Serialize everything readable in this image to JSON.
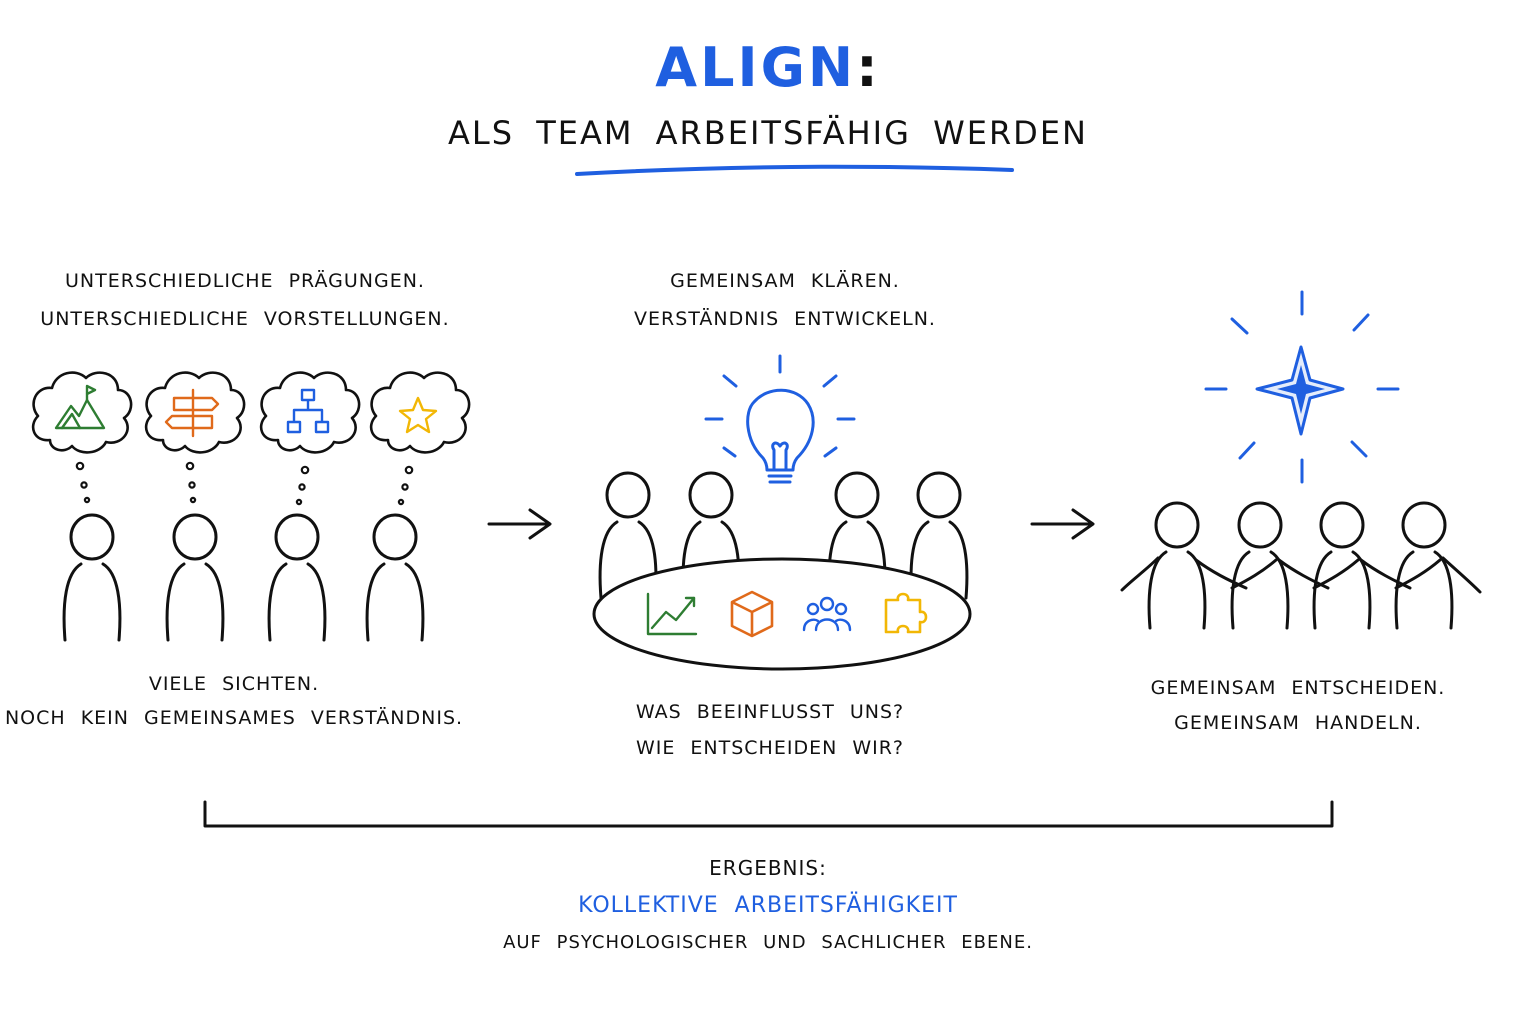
{
  "header": {
    "title_main": "ALIGN",
    "title_colon": ":",
    "subtitle": "ALS TEAM ARBEITSFÄHIG WERDEN"
  },
  "columns": [
    {
      "top_lines": [
        "UNTERSCHIEDLICHE PRÄGUNGEN.",
        "UNTERSCHIEDLICHE VORSTELLUNGEN."
      ],
      "bottom_lines": [
        "VIELE SICHTEN.",
        "NOCH KEIN GEMEINSAMES VERSTÄNDNIS."
      ],
      "thought_icons": [
        "mountain-flag-icon",
        "signpost-icon",
        "hierarchy-icon",
        "star-icon"
      ]
    },
    {
      "top_lines": [
        "GEMEINSAM KLÄREN.",
        "VERSTÄNDNIS ENTWICKELN."
      ],
      "bottom_lines": [
        "WAS BEEINFLUSST UNS?",
        "WIE ENTSCHEIDEN WIR?"
      ],
      "table_icons": [
        "growth-chart-icon",
        "cube-icon",
        "group-icon",
        "puzzle-icon"
      ]
    },
    {
      "bottom_lines": [
        "GEMEINSAM ENTSCHEIDEN.",
        "GEMEINSAM HANDELN."
      ]
    }
  ],
  "result": {
    "label": "ERGEBNIS:",
    "title": "KOLLEKTIVE ARBEITSFÄHIGKEIT",
    "subtitle": "AUF PSYCHOLOGISCHER UND SACHLICHER EBENE."
  },
  "colors": {
    "ink": "#111111",
    "blue": "#1f5fe0",
    "green": "#2e7d32",
    "orange": "#e06a1b",
    "yellow": "#f2b705"
  }
}
